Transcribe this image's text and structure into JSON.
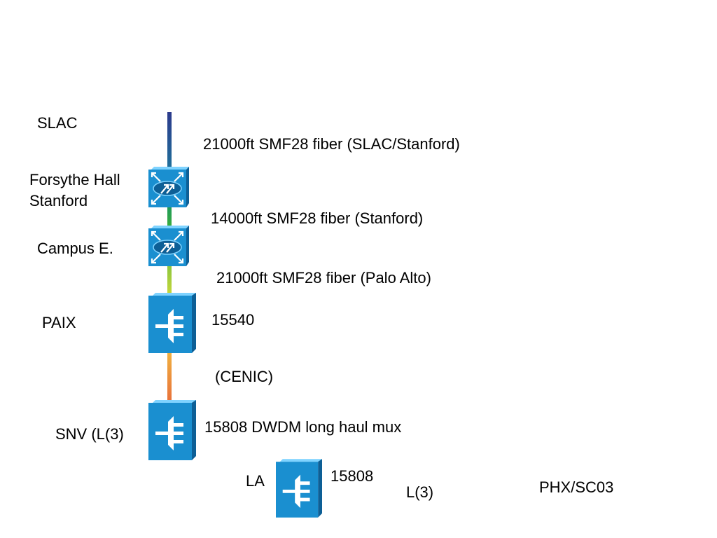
{
  "colors": {
    "device_fill": "#1a8fd0",
    "device_dark": "#0d5f96",
    "device_light": "#7fd3ff"
  },
  "diagram": {
    "nodes": {
      "slac": "SLAC",
      "forsythe": "Forsythe Hall",
      "stanford": "Stanford",
      "campus": "Campus E.",
      "paix": "PAIX",
      "snv": "SNV (L(3)",
      "la": "LA",
      "phx": "PHX/SC03"
    },
    "links": {
      "slac_stanford": "21000ft SMF28 fiber (SLAC/Stanford)",
      "stanford": "14000ft SMF28 fiber (Stanford)",
      "palo_alto": "21000ft SMF28 fiber (Palo Alto)",
      "cenic": "(CENIC)",
      "l3": "L(3)"
    },
    "devices": {
      "paix_device": "15540",
      "snv_device": "15808 DWDM long haul mux",
      "la_device": "15808"
    },
    "icons": {
      "forsythe_switch": "layer3-switch-icon",
      "campus_switch": "layer3-switch-icon",
      "paix_mux": "optical-mux-icon",
      "snv_mux": "optical-mux-icon",
      "la_mux": "optical-mux-icon"
    }
  }
}
